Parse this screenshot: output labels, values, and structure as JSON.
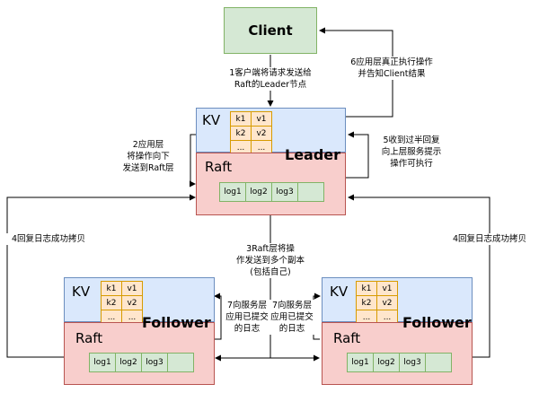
{
  "client": {
    "label": "Client"
  },
  "leader": {
    "kv_label": "KV",
    "role": "Leader",
    "raft_label": "Raft",
    "kv_rows": [
      [
        "k1",
        "v1"
      ],
      [
        "k2",
        "v2"
      ],
      [
        "...",
        "..."
      ]
    ],
    "logs": [
      "log1",
      "log2",
      "log3",
      ""
    ]
  },
  "follower_left": {
    "kv_label": "KV",
    "role": "Follower",
    "raft_label": "Raft",
    "kv_rows": [
      [
        "k1",
        "v1"
      ],
      [
        "k2",
        "v2"
      ],
      [
        "...",
        "..."
      ]
    ],
    "logs": [
      "log1",
      "log2",
      "log3",
      ""
    ]
  },
  "follower_right": {
    "kv_label": "KV",
    "role": "Follower",
    "raft_label": "Raft",
    "kv_rows": [
      [
        "k1",
        "v1"
      ],
      [
        "k2",
        "v2"
      ],
      [
        "...",
        "..."
      ]
    ],
    "logs": [
      "log1",
      "log2",
      "log3",
      ""
    ]
  },
  "steps": {
    "s1": [
      "1客户端将请求发送给",
      "Raft的Leader节点"
    ],
    "s2": [
      "2应用层",
      "将操作向下",
      "发送到Raft层"
    ],
    "s3": [
      "3Raft层将操",
      "作发送到多个副本",
      "(包括自己)"
    ],
    "s4_left": [
      "4回复日志成功拷贝"
    ],
    "s4_right": [
      "4回复日志成功拷贝"
    ],
    "s5": [
      "5收到过半回复",
      "向上层服务提示",
      "操作可执行"
    ],
    "s6": [
      "6应用层真正执行操作",
      "并告知Client结果"
    ],
    "s7_left": [
      "7向服务层",
      "应用已提交",
      "的日志"
    ],
    "s7_right": [
      "7向服务层",
      "应用已提交",
      "的日志"
    ]
  },
  "colors": {
    "client_fill": "#d5e8d4",
    "kv_fill": "#dae8fc",
    "raft_fill": "#f8cecc",
    "table_fill": "#ffe6cc",
    "log_fill": "#d5e8d4"
  }
}
